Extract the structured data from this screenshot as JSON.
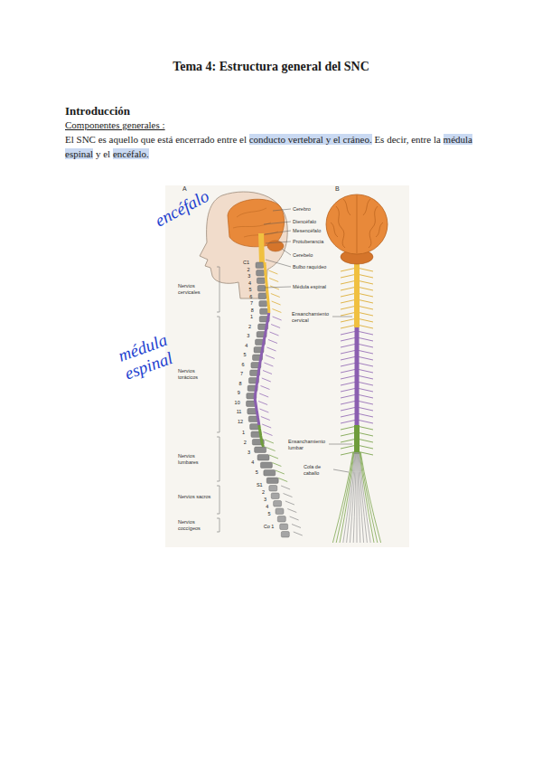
{
  "diagram": {
    "title": "Tema 4: Estructura general del SNC",
    "labels": [
      "Introducción",
      "Componentes generales :",
      "El SNC es aquello que está encerrado entre el",
      "conducto vertebral y el cráneo.",
      "Es decir, entre la",
      "médula espinal",
      "y el",
      "encéfalo.",
      "encéfalo",
      "médula espinal",
      "A",
      "B",
      "Cerebro",
      "Diencéfalo",
      "Mesencéfalo",
      "Protuberancia",
      "Cerebelo",
      "Bulbo raquídeo",
      "Médula espinal",
      "Ensanchamiento cervical",
      "Ensanchamiento lumbar",
      "Cola de caballo",
      "Nervios cervicales",
      "Nervios torácicos",
      "Nervios lumbares",
      "Nervios sacros",
      "Nervios coccígeos",
      "C1",
      "2",
      "3",
      "4",
      "5",
      "6",
      "7",
      "8",
      "1",
      "2",
      "3",
      "4",
      "5",
      "6",
      "7",
      "8",
      "9",
      "10",
      "11",
      "12",
      "1",
      "2",
      "3",
      "4",
      "5",
      "S1",
      "2",
      "3",
      "4",
      "5",
      "Co 1"
    ]
  }
}
